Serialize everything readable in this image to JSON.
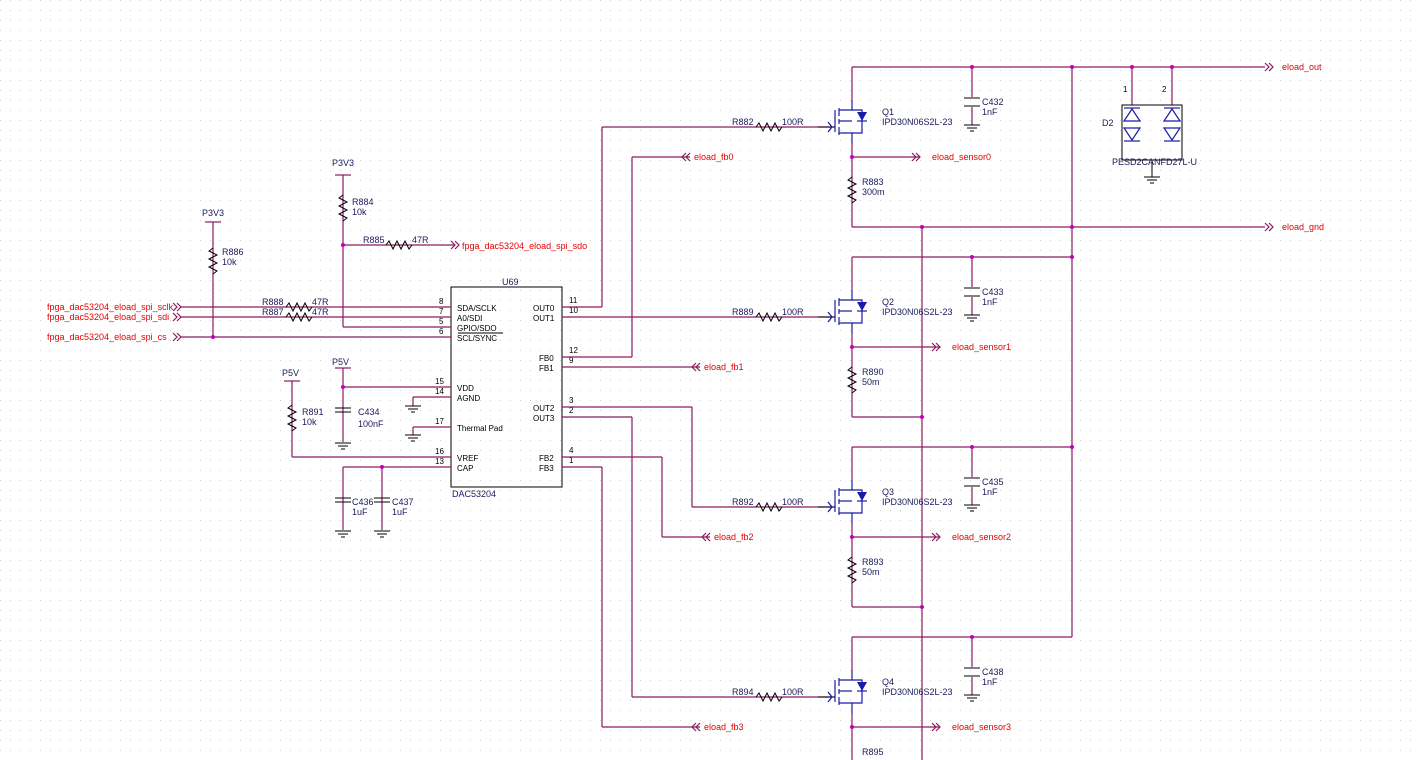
{
  "colors": {
    "wire": "#8a1a5e",
    "net_label": "#e60000",
    "component": "#000000",
    "mosfet": "#1a1aa8",
    "junction": "#c000c0"
  },
  "ic": {
    "ref": "U69",
    "part": "DAC53204",
    "left_pins": [
      {
        "num": "8",
        "name": "SDA/SCLK"
      },
      {
        "num": "7",
        "name": "A0/SDI"
      },
      {
        "num": "5",
        "name": "GPIO/SDO"
      },
      {
        "num": "6",
        "name": "SCL/SYNC"
      },
      {
        "num": "15",
        "name": "VDD"
      },
      {
        "num": "14",
        "name": "AGND"
      },
      {
        "num": "17",
        "name": "Thermal Pad"
      },
      {
        "num": "16",
        "name": "VREF"
      },
      {
        "num": "13",
        "name": "CAP"
      }
    ],
    "right_pins": [
      {
        "num": "11",
        "name": "OUT0"
      },
      {
        "num": "10",
        "name": "OUT1"
      },
      {
        "num": "12",
        "name": "FB0"
      },
      {
        "num": "9",
        "name": "FB1"
      },
      {
        "num": "3",
        "name": "OUT2"
      },
      {
        "num": "2",
        "name": "OUT3"
      },
      {
        "num": "4",
        "name": "FB2"
      },
      {
        "num": "1",
        "name": "FB3"
      }
    ]
  },
  "power_labels": [
    "P3V3",
    "P3V3",
    "P5V",
    "P5V"
  ],
  "input_nets": [
    "fpga_dac53204_eload_spi_sclk",
    "fpga_dac53204_eload_spi_sdi",
    "fpga_dac53204_eload_spi_cs"
  ],
  "output_nets": {
    "sdo": "fpga_dac53204_eload_spi_sdo",
    "eload_out": "eload_out",
    "eload_gnd": "eload_gnd",
    "fb": [
      "eload_fb0",
      "eload_fb1",
      "eload_fb2",
      "eload_fb3"
    ],
    "sensors": [
      "eload_sensor0",
      "eload_sensor1",
      "eload_sensor2",
      "eload_sensor3"
    ]
  },
  "resistors": {
    "R888": {
      "ref": "R888",
      "value": "47R"
    },
    "R887": {
      "ref": "R887",
      "value": "47R"
    },
    "R885": {
      "ref": "R885",
      "value": "47R"
    },
    "R884": {
      "ref": "R884",
      "value": "10k"
    },
    "R886": {
      "ref": "R886",
      "value": "10k"
    },
    "R891": {
      "ref": "R891",
      "value": "10k"
    },
    "R882": {
      "ref": "R882",
      "value": "100R"
    },
    "R889": {
      "ref": "R889",
      "value": "100R"
    },
    "R892": {
      "ref": "R892",
      "value": "100R"
    },
    "R894": {
      "ref": "R894",
      "value": "100R"
    },
    "R883": {
      "ref": "R883",
      "value": "300m"
    },
    "R890": {
      "ref": "R890",
      "value": "50m"
    },
    "R893": {
      "ref": "R893",
      "value": "50m"
    },
    "R895": {
      "ref": "R895"
    }
  },
  "capacitors": {
    "C434": {
      "ref": "C434",
      "value": "100nF"
    },
    "C436": {
      "ref": "C436",
      "value": "1uF"
    },
    "C437": {
      "ref": "C437",
      "value": "1uF"
    },
    "C432": {
      "ref": "C432",
      "value": "1nF"
    },
    "C433": {
      "ref": "C433",
      "value": "1nF"
    },
    "C435": {
      "ref": "C435",
      "value": "1nF"
    },
    "C438": {
      "ref": "C438",
      "value": "1nF"
    }
  },
  "mosfets": [
    {
      "ref": "Q1",
      "part": "IPD30N06S2L-23"
    },
    {
      "ref": "Q2",
      "part": "IPD30N06S2L-23"
    },
    {
      "ref": "Q3",
      "part": "IPD30N06S2L-23"
    },
    {
      "ref": "Q4",
      "part": "IPD30N06S2L-23"
    }
  ],
  "diode": {
    "ref": "D2",
    "part": "PESD2CANFD27L-U",
    "pin1": "1",
    "pin2": "2"
  }
}
